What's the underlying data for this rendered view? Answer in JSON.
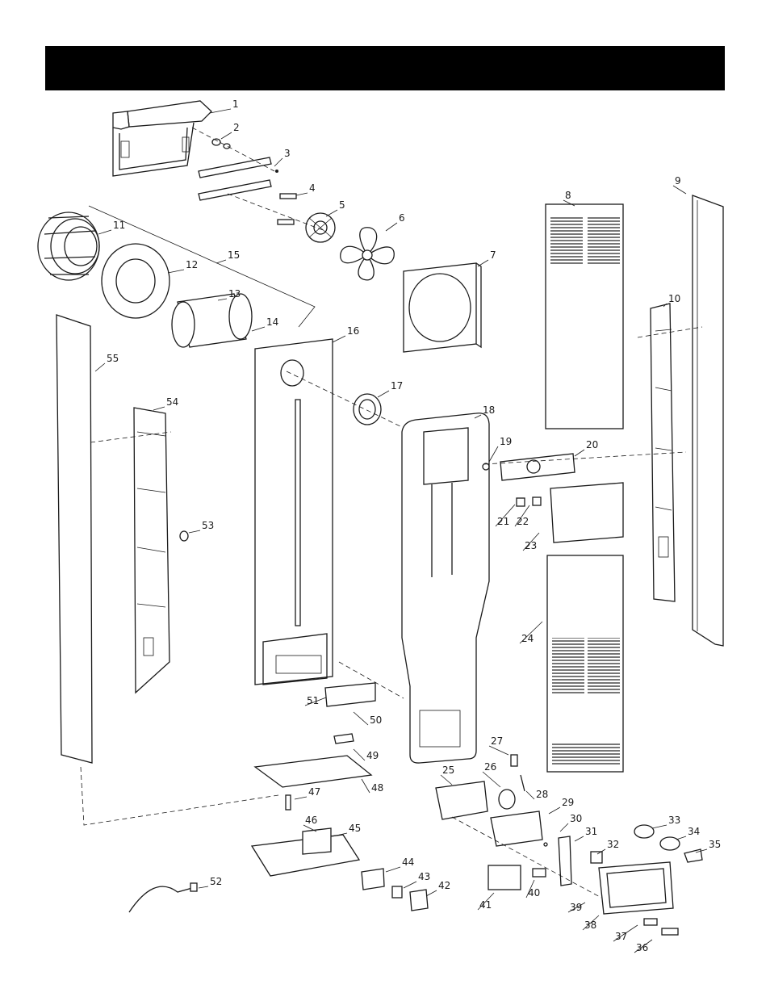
{
  "header": {
    "title": ""
  },
  "callouts": [
    {
      "id": "1",
      "label": "1"
    },
    {
      "id": "2",
      "label": "2"
    },
    {
      "id": "3",
      "label": "3"
    },
    {
      "id": "4",
      "label": "4"
    },
    {
      "id": "5",
      "label": "5"
    },
    {
      "id": "6",
      "label": "6"
    },
    {
      "id": "7",
      "label": "7"
    },
    {
      "id": "8",
      "label": "8"
    },
    {
      "id": "9",
      "label": "9"
    },
    {
      "id": "10",
      "label": "10"
    },
    {
      "id": "11",
      "label": "11"
    },
    {
      "id": "12",
      "label": "12"
    },
    {
      "id": "13",
      "label": "13"
    },
    {
      "id": "14",
      "label": "14"
    },
    {
      "id": "15",
      "label": "15"
    },
    {
      "id": "16",
      "label": "16"
    },
    {
      "id": "17",
      "label": "17"
    },
    {
      "id": "18",
      "label": "18"
    },
    {
      "id": "19",
      "label": "19"
    },
    {
      "id": "20",
      "label": "20"
    },
    {
      "id": "21",
      "label": "21"
    },
    {
      "id": "22",
      "label": "22"
    },
    {
      "id": "23",
      "label": "23"
    },
    {
      "id": "24",
      "label": "24"
    },
    {
      "id": "25",
      "label": "25"
    },
    {
      "id": "26",
      "label": "26"
    },
    {
      "id": "27",
      "label": "27"
    },
    {
      "id": "28",
      "label": "28"
    },
    {
      "id": "29",
      "label": "29"
    },
    {
      "id": "30",
      "label": "30"
    },
    {
      "id": "31",
      "label": "31"
    },
    {
      "id": "32",
      "label": "32"
    },
    {
      "id": "33",
      "label": "33"
    },
    {
      "id": "34",
      "label": "34"
    },
    {
      "id": "35",
      "label": "35"
    },
    {
      "id": "36",
      "label": "36"
    },
    {
      "id": "37",
      "label": "37"
    },
    {
      "id": "38",
      "label": "38"
    },
    {
      "id": "39",
      "label": "39"
    },
    {
      "id": "40",
      "label": "40"
    },
    {
      "id": "41",
      "label": "41"
    },
    {
      "id": "42",
      "label": "42"
    },
    {
      "id": "43",
      "label": "43"
    },
    {
      "id": "44",
      "label": "44"
    },
    {
      "id": "45",
      "label": "45"
    },
    {
      "id": "46",
      "label": "46"
    },
    {
      "id": "47",
      "label": "47"
    },
    {
      "id": "48",
      "label": "48"
    },
    {
      "id": "49",
      "label": "49"
    },
    {
      "id": "50",
      "label": "50"
    },
    {
      "id": "51",
      "label": "51"
    },
    {
      "id": "52",
      "label": "52"
    },
    {
      "id": "53",
      "label": "53"
    },
    {
      "id": "54",
      "label": "54"
    },
    {
      "id": "55",
      "label": "55"
    }
  ]
}
